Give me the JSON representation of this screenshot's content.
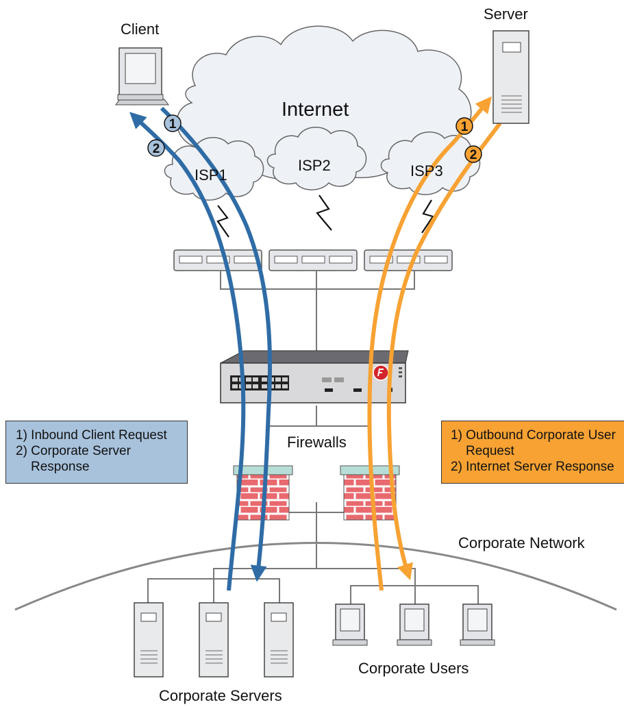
{
  "labels": {
    "client": "Client",
    "server": "Server",
    "internet": "Internet",
    "isp1": "ISP1",
    "isp2": "ISP2",
    "isp3": "ISP3",
    "firewalls": "Firewalls",
    "corporate_network": "Corporate Network",
    "corporate_servers": "Corporate Servers",
    "corporate_users": "Corporate Users"
  },
  "badges": {
    "blue_1": "1",
    "blue_2": "2",
    "orange_1": "1",
    "orange_2": "2"
  },
  "legend_inbound": {
    "line1": "1) Inbound Client Request",
    "line2": "2) Corporate Server",
    "line3": "Response"
  },
  "legend_outbound": {
    "line1": "1) Outbound Corporate User",
    "line2": "Request",
    "line3": "2) Internet Server Response"
  },
  "colors": {
    "inbound": "#2f6ca6",
    "outbound": "#f7a233",
    "inbound_legend_bg": "#a8c2dc",
    "outbound_legend_bg": "#f7a233",
    "firewall_brick": "#e86a6f",
    "firewall_cap": "#b7ded6"
  }
}
